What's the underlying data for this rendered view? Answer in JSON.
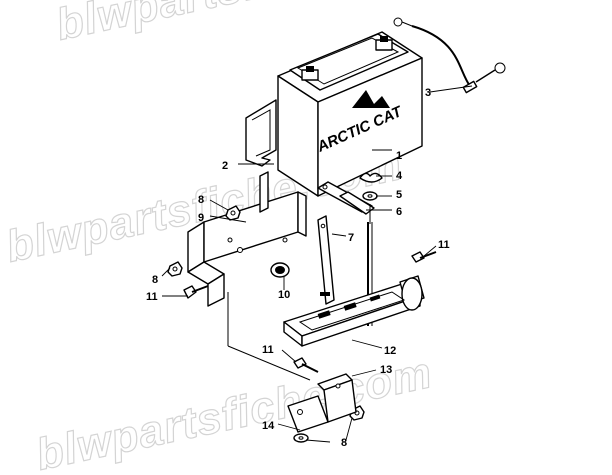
{
  "watermark": "blwpartsfiche.com",
  "battery_brand": "ARCTIC CAT",
  "callouts": {
    "c1": "1",
    "c2": "2",
    "c3": "3",
    "c4": "4",
    "c5": "5",
    "c6": "6",
    "c7": "7",
    "c8a": "8",
    "c8b": "8",
    "c8c": "8",
    "c9": "9",
    "c10": "10",
    "c11a": "11",
    "c11b": "11",
    "c11c": "11",
    "c12": "12",
    "c13": "13",
    "c14": "14"
  }
}
